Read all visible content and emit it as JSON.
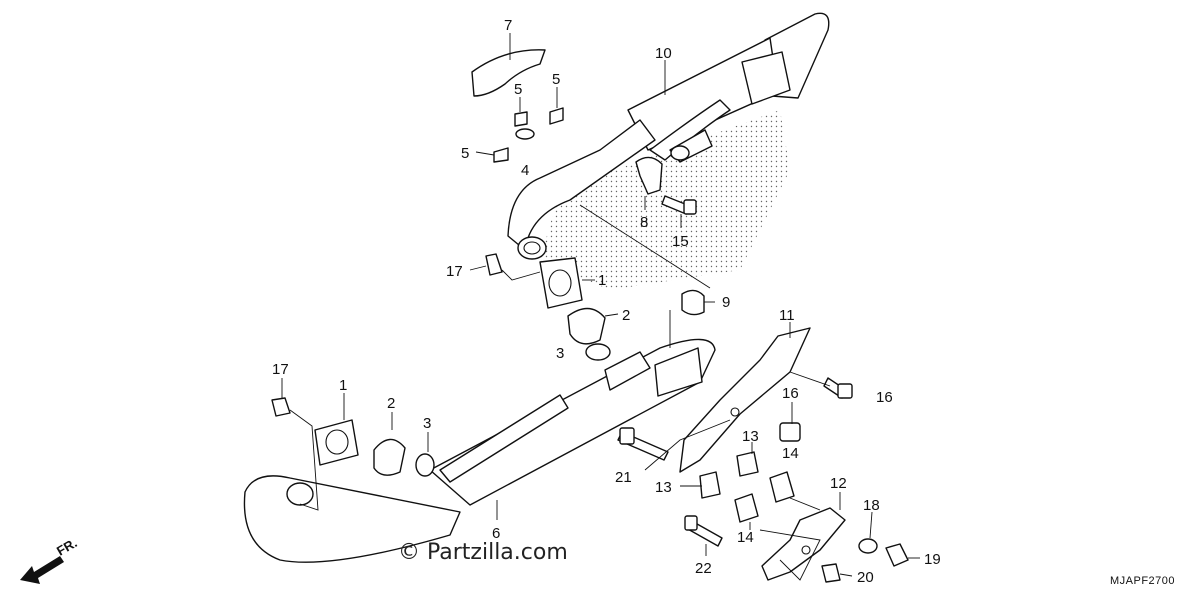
{
  "watermark": "© Partzilla.com",
  "diagram_code": "MJAPF2700",
  "direction_label": "FR.",
  "callouts": {
    "c7": "7",
    "c10": "10",
    "c5a": "5",
    "c5b": "5",
    "c5c": "5",
    "c4": "4",
    "c8": "8",
    "c15": "15",
    "c17a": "17",
    "c1a": "1",
    "c2a": "2",
    "c3a": "3",
    "c9": "9",
    "c17b": "17",
    "c1b": "1",
    "c2b": "2",
    "c3b": "3",
    "c6": "6",
    "c11": "11",
    "c16a": "16",
    "c16b": "16",
    "c14a": "14",
    "c13a": "13",
    "c21": "21",
    "c13b": "13",
    "c14b": "14",
    "c12": "12",
    "c18": "18",
    "c19": "19",
    "c20": "20",
    "c22": "22"
  }
}
